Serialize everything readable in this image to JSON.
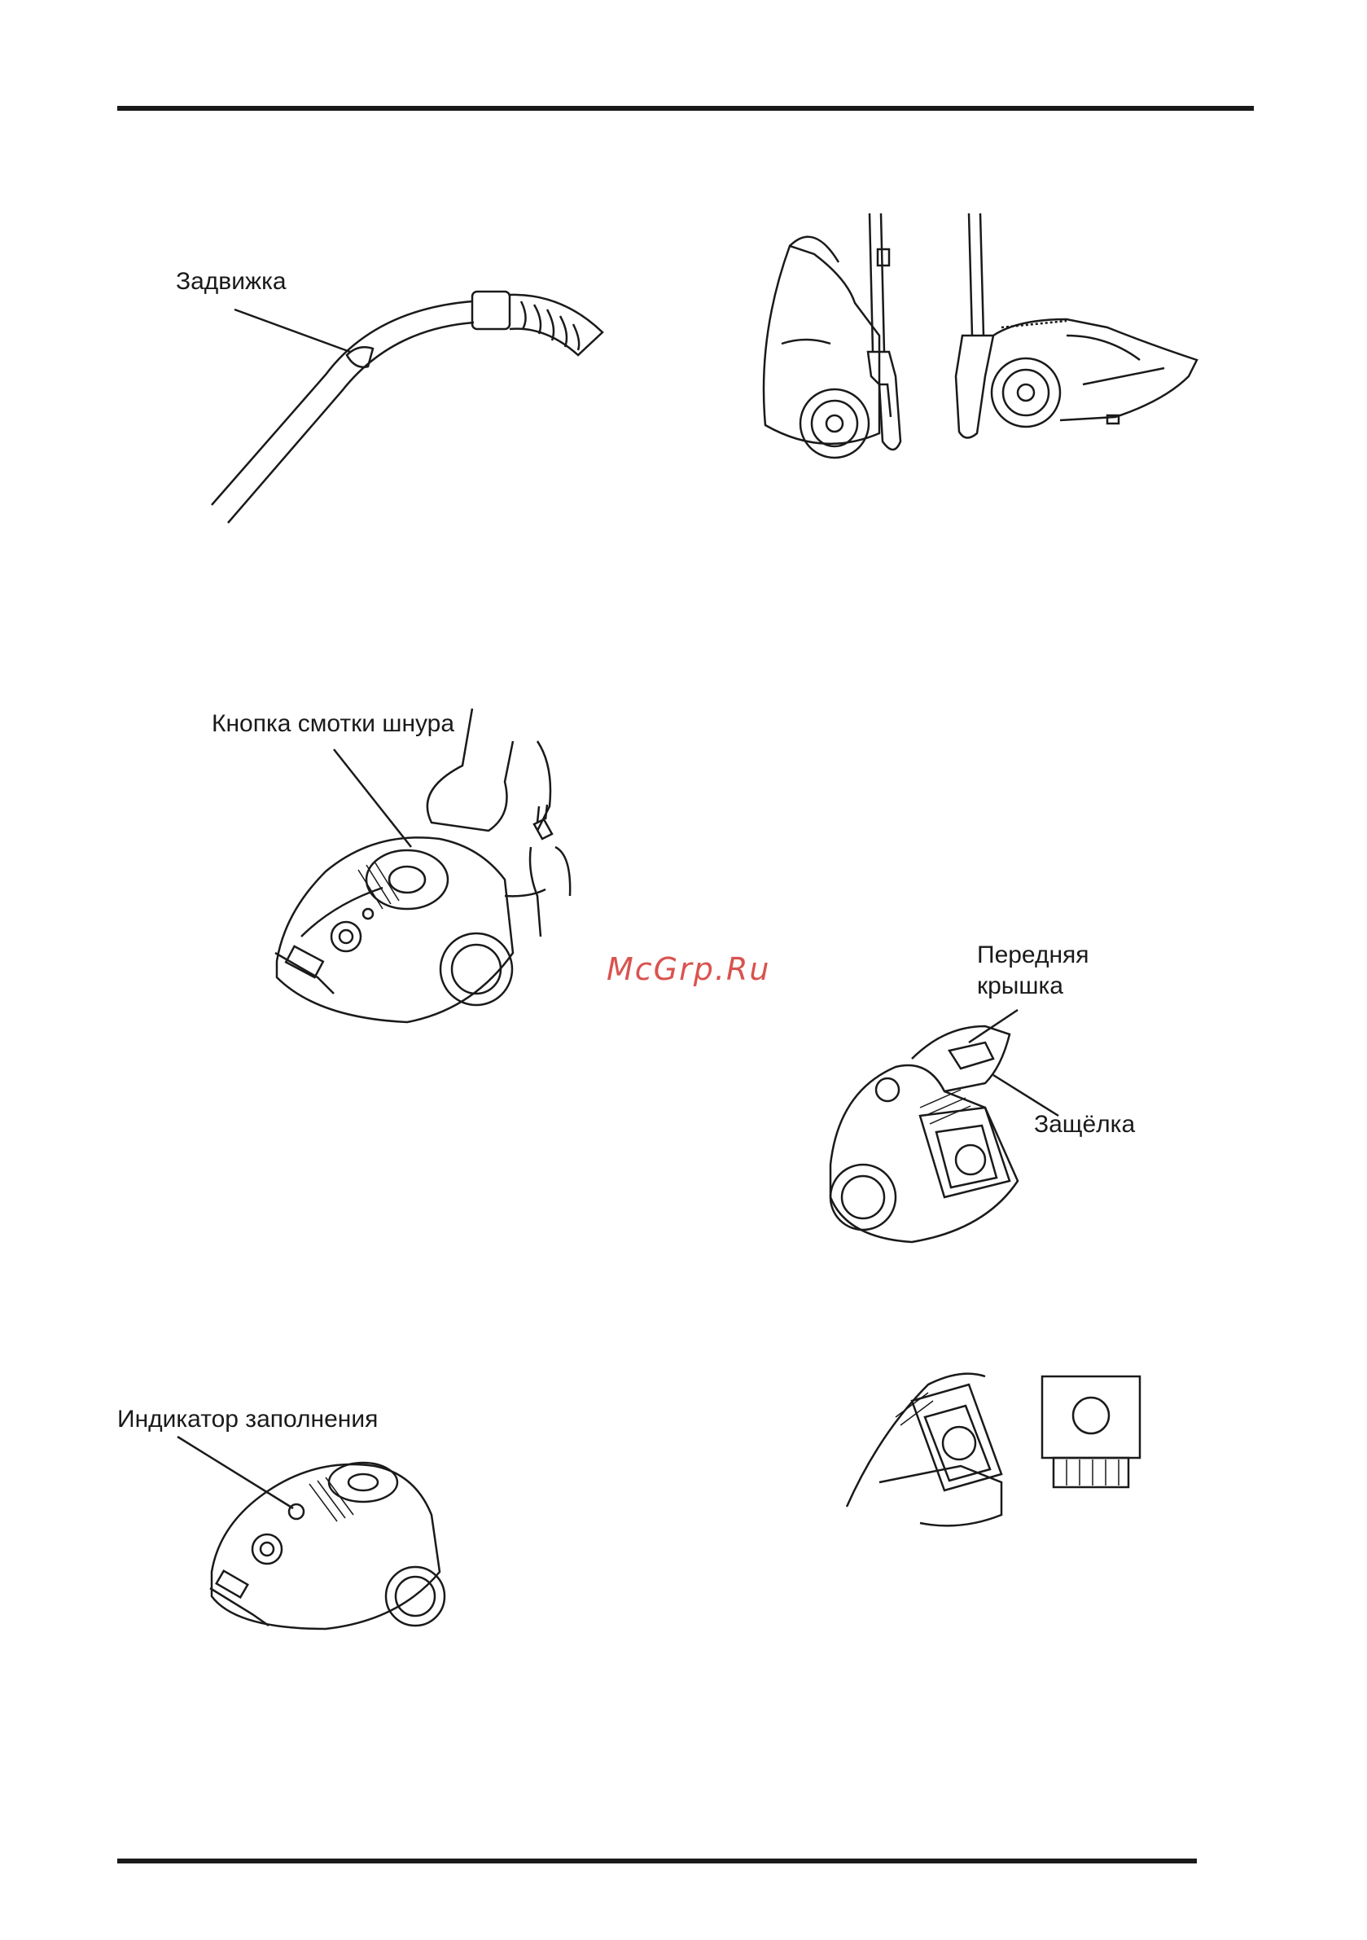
{
  "labels": {
    "latch": "Задвижка",
    "cord_rewind_button": "Кнопка смотки шнура",
    "front_cover_line1": "Передняя",
    "front_cover_line2": "крышка",
    "clip": "Защёлка",
    "fill_indicator": "Индикатор заполнения"
  },
  "watermark": "McGrp.Ru",
  "colors": {
    "ink": "#1a1a1a",
    "watermark": "#d9534f"
  }
}
